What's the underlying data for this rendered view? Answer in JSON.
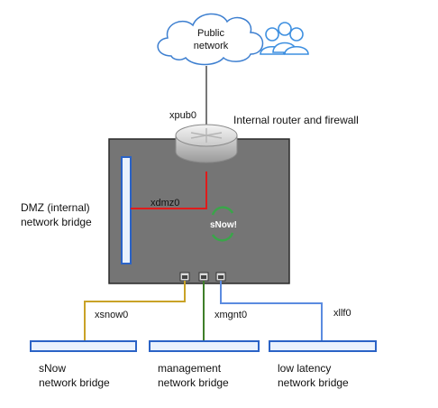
{
  "cloud": {
    "line1": "Public",
    "line2": "network"
  },
  "interfaces": {
    "xpub0": "xpub0",
    "xdmz0": "xdmz0",
    "xsnow0": "xsnow0",
    "xmgnt0": "xmgnt0",
    "xllf0": "xllf0"
  },
  "router": {
    "label": "Internal router and firewall"
  },
  "dmz": {
    "line1": "DMZ (internal)",
    "line2": "network bridge"
  },
  "logo": {
    "text": "sNow!"
  },
  "bridges": [
    {
      "line1": "sNow",
      "line2": "network bridge"
    },
    {
      "line1": "management",
      "line2": "network bridge"
    },
    {
      "line1": "low latency",
      "line2": "network bridge"
    }
  ],
  "colors": {
    "box_fill": "#757575",
    "box_stroke": "#2a2a2a",
    "bridge_stroke": "#2b63c6",
    "bridge_fill": "#eaf2fd",
    "dmz_link": "#e01b1b",
    "snow_link": "#c9a227",
    "mgmt_link": "#3f7f2a",
    "llf_link": "#5b8be0",
    "uplink": "#777777",
    "cloud_stroke": "#3d7fd0",
    "users_icon": "#3d8fe0"
  }
}
